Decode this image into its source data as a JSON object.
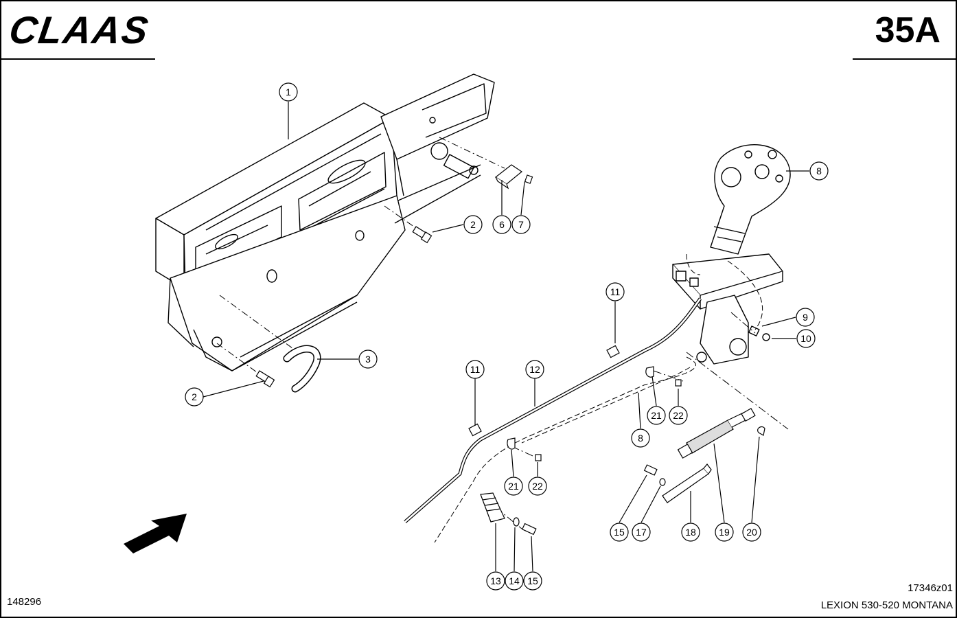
{
  "header": {
    "brand": "CLAAS",
    "page_code": "35A"
  },
  "footer": {
    "left_code": "148296",
    "drawing_code": "17346z01",
    "model": "LEXION 530-520 MONTANA"
  },
  "callouts": [
    {
      "id": "c1",
      "label": "1"
    },
    {
      "id": "c2a",
      "label": "2"
    },
    {
      "id": "c2b",
      "label": "2"
    },
    {
      "id": "c3",
      "label": "3"
    },
    {
      "id": "c6",
      "label": "6"
    },
    {
      "id": "c7",
      "label": "7"
    },
    {
      "id": "c8a",
      "label": "8"
    },
    {
      "id": "c8b",
      "label": "8"
    },
    {
      "id": "c9",
      "label": "9"
    },
    {
      "id": "c10",
      "label": "10"
    },
    {
      "id": "c11a",
      "label": "11"
    },
    {
      "id": "c11b",
      "label": "11"
    },
    {
      "id": "c12",
      "label": "12"
    },
    {
      "id": "c13",
      "label": "13"
    },
    {
      "id": "c14",
      "label": "14"
    },
    {
      "id": "c15a",
      "label": "15"
    },
    {
      "id": "c15b",
      "label": "15"
    },
    {
      "id": "c17",
      "label": "17"
    },
    {
      "id": "c18",
      "label": "18"
    },
    {
      "id": "c19",
      "label": "19"
    },
    {
      "id": "c20",
      "label": "20"
    },
    {
      "id": "c21a",
      "label": "21"
    },
    {
      "id": "c21b",
      "label": "21"
    },
    {
      "id": "c22a",
      "label": "22"
    },
    {
      "id": "c22b",
      "label": "22"
    }
  ]
}
